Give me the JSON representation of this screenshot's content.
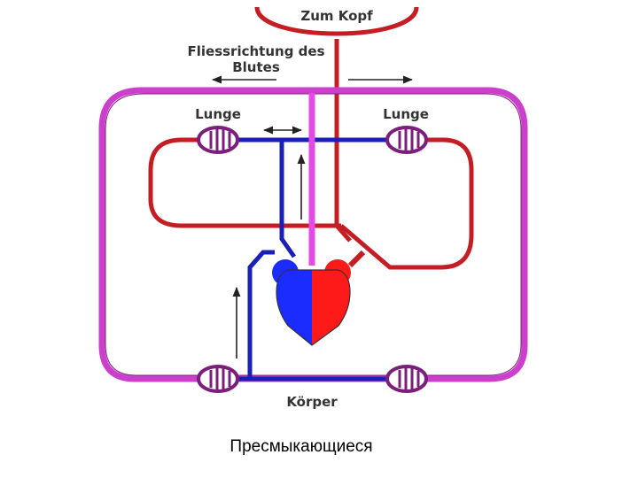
{
  "labels": {
    "head": "Zum Kopf",
    "flow_direction_line1": "Fliessrichtung des",
    "flow_direction_line2": "Blutes",
    "lung_left": "Lunge",
    "lung_right": "Lunge",
    "body": "Körper"
  },
  "caption": "Пресмыкающиеся",
  "colors": {
    "arterial": "#c41e24",
    "venous": "#1a1fb8",
    "mixed": "#cc3fcc",
    "mixed_dark": "#7a1f7a",
    "arrow": "#222222",
    "heart_left": "#1a2cff",
    "heart_right": "#ff1a1a"
  }
}
